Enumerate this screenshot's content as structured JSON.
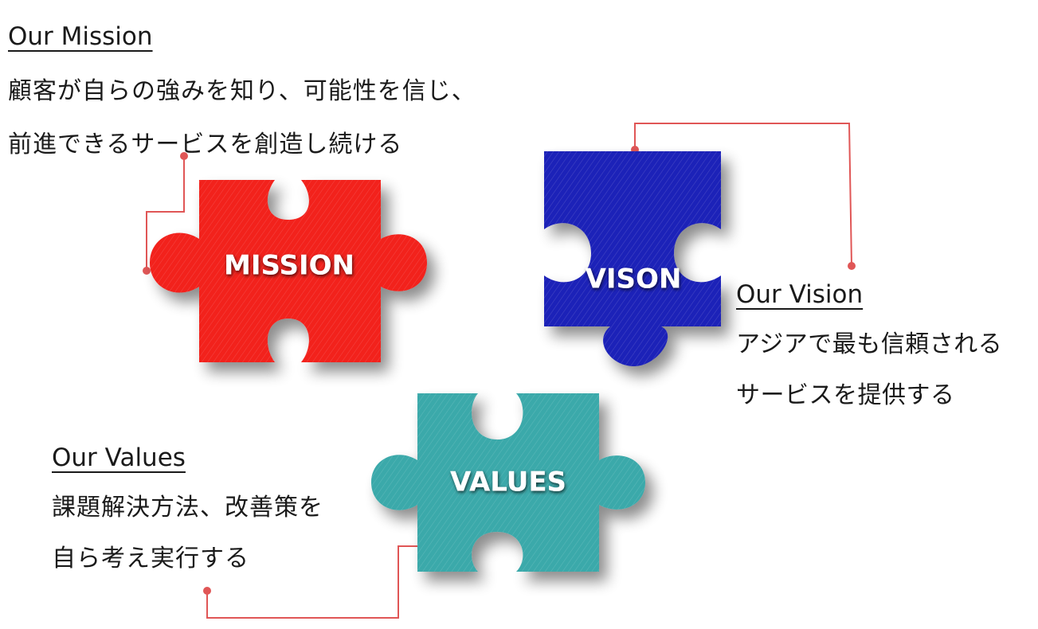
{
  "mission": {
    "heading": "Our Mission",
    "lines": [
      "顧客が自らの強みを知り、可能性を信じ、",
      "前進できるサービスを創造し続ける"
    ],
    "piece_label": "MISSION"
  },
  "vision": {
    "heading": "Our Vision",
    "lines": [
      "アジアで最も信頼される",
      "サービスを提供する"
    ],
    "piece_label": "VISON"
  },
  "values": {
    "heading": "Our Values",
    "lines": [
      "課題解決方法、改善策を",
      "自ら考え実行する"
    ],
    "piece_label": "VALUES"
  },
  "colors": {
    "mission": "#f2201c",
    "vision": "#1e22b8",
    "values": "#3aa9aa",
    "connector": "#e05656",
    "text": "#1a1a1a"
  }
}
